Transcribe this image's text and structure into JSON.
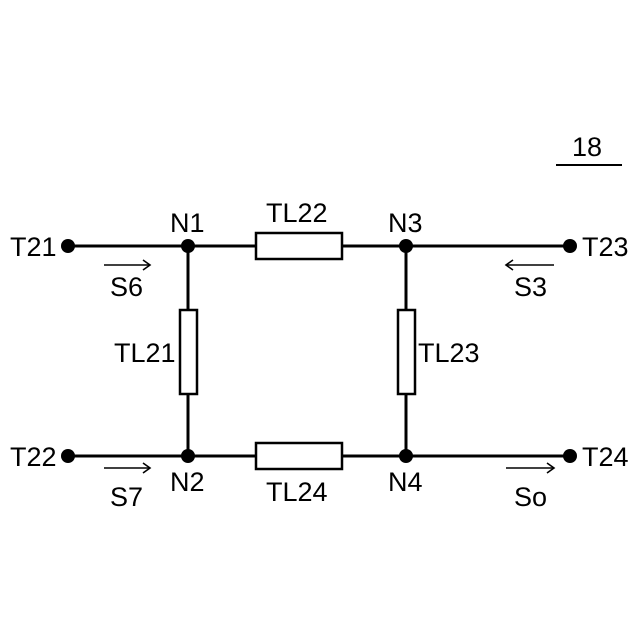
{
  "figure_ref": "18",
  "terminals": {
    "t21": "T21",
    "t22": "T22",
    "t23": "T23",
    "t24": "T24"
  },
  "nodes": {
    "n1": "N1",
    "n2": "N2",
    "n3": "N3",
    "n4": "N4"
  },
  "lines": {
    "tl21": "TL21",
    "tl22": "TL22",
    "tl23": "TL23",
    "tl24": "TL24"
  },
  "signals": {
    "s6": "S6",
    "s7": "S7",
    "s3": "S3",
    "so": "So"
  }
}
